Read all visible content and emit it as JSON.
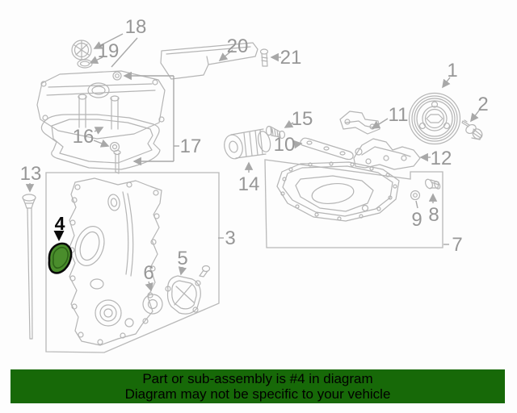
{
  "page": {
    "background": "#fdfdfd"
  },
  "diagram": {
    "type": "exploded-parts-diagram",
    "line_color": "#b5b5b5",
    "label_color": "#979797",
    "parts": [
      {
        "number": "1"
      },
      {
        "number": "2"
      },
      {
        "number": "3"
      },
      {
        "number": "4"
      },
      {
        "number": "5"
      },
      {
        "number": "6"
      },
      {
        "number": "7"
      },
      {
        "number": "8"
      },
      {
        "number": "9"
      },
      {
        "number": "10"
      },
      {
        "number": "11"
      },
      {
        "number": "12"
      },
      {
        "number": "13"
      },
      {
        "number": "14"
      },
      {
        "number": "15"
      },
      {
        "number": "16"
      },
      {
        "number": "17"
      },
      {
        "number": "18"
      },
      {
        "number": "19"
      },
      {
        "number": "20"
      },
      {
        "number": "21"
      }
    ],
    "highlighted_part": {
      "number": "4",
      "fill": "#4a8d2c",
      "inner_line": "#2c6317",
      "outline": "#0a0a0a"
    }
  },
  "banner": {
    "background": "#176908",
    "text_color": "#000000",
    "line1": "Part or sub-assembly is #4 in diagram",
    "line2": "Diagram may not be specific to your vehicle"
  }
}
